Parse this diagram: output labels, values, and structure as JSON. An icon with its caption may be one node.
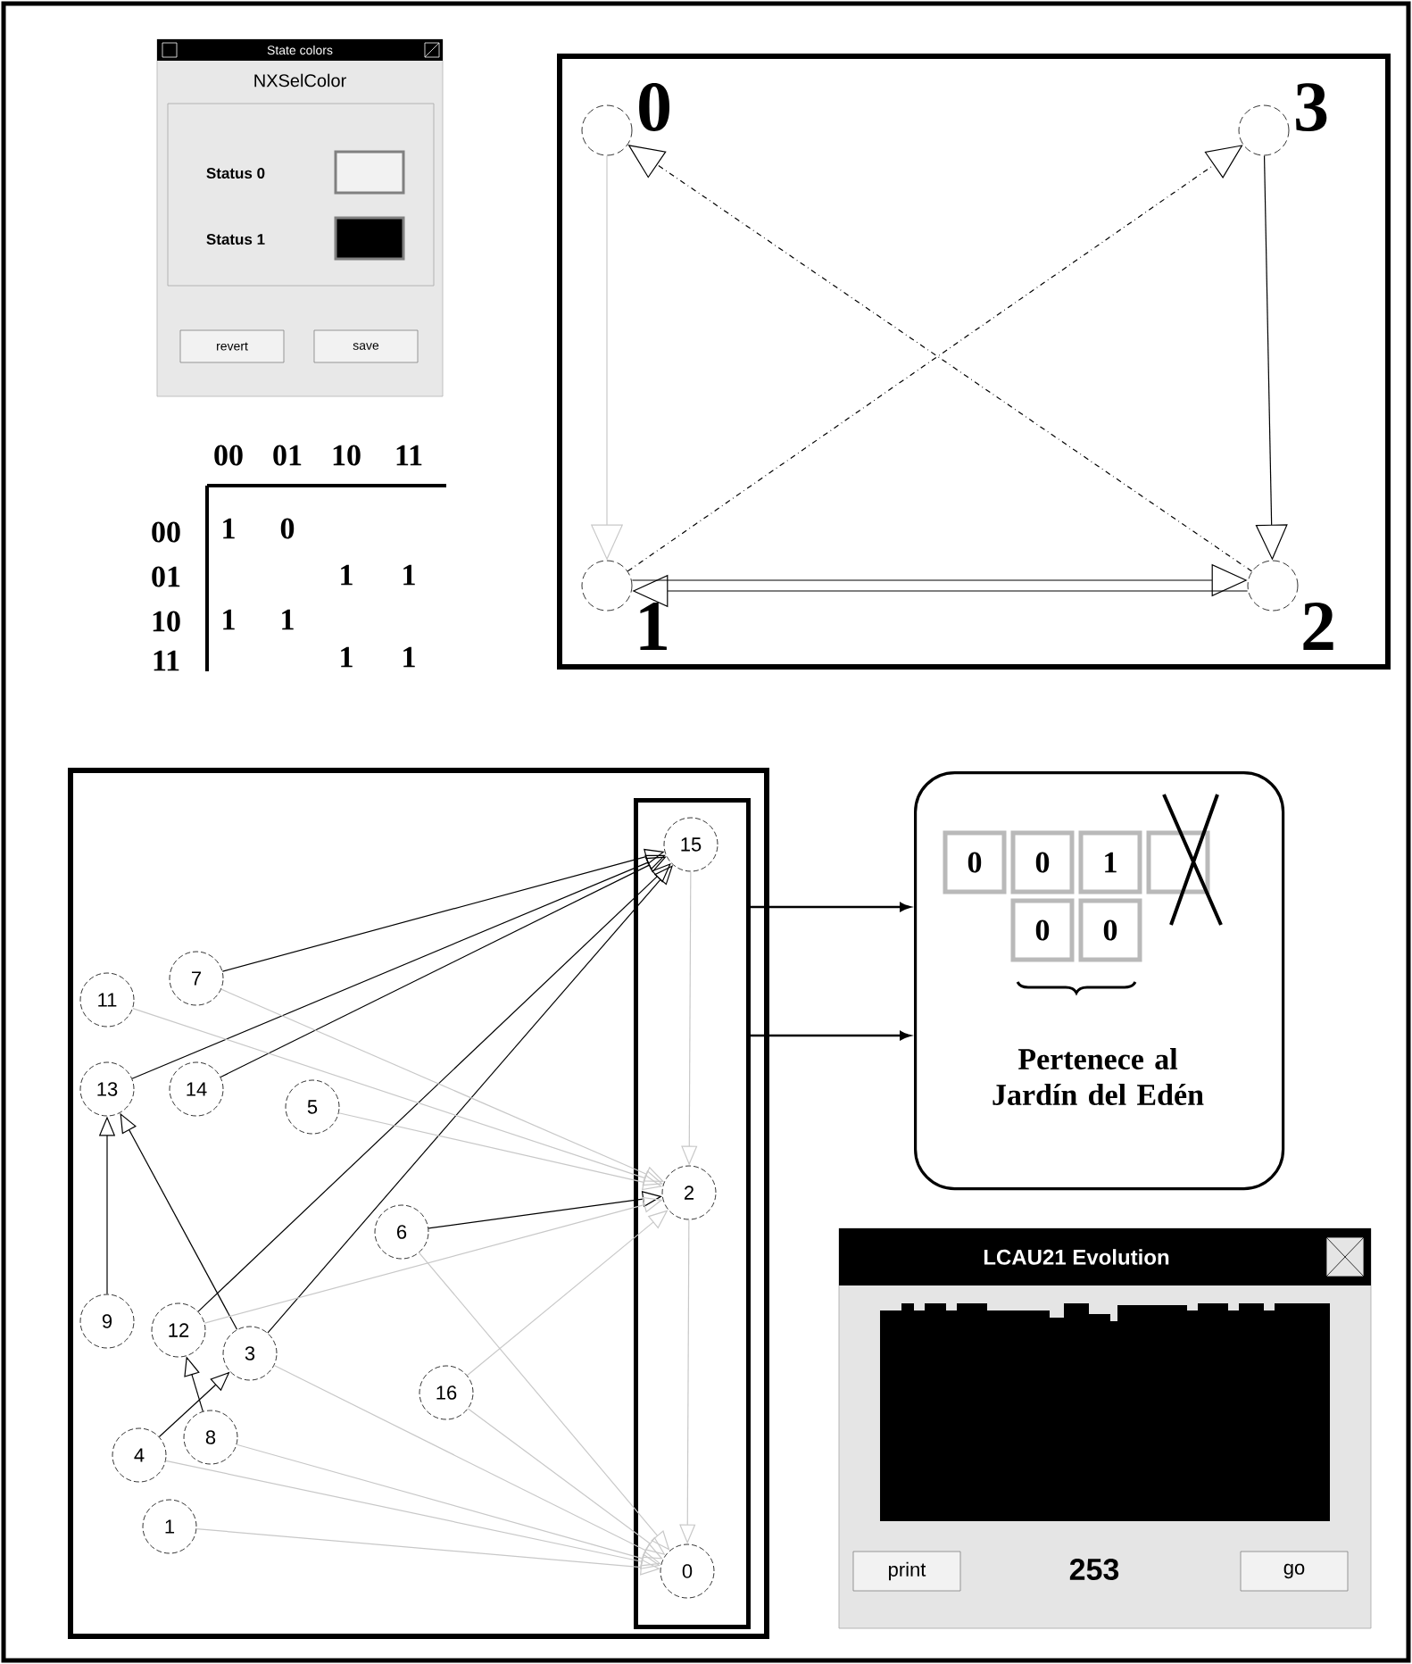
{
  "diagram": {
    "nodes": [
      {
        "text": [],
        "shape": "box"
      },
      {
        "text": [
          "0"
        ],
        "in": 0
      },
      {
        "text": [
          "3"
        ],
        "in": 0
      },
      {
        "text": [
          "1"
        ],
        "in": 0
      },
      {
        "text": [
          "2"
        ],
        "in": 0
      },
      {
        "text": [],
        "shape": "box"
      },
      {
        "text": [],
        "shape": "box",
        "in": 5
      },
      {
        "text": [
          "15"
        ],
        "in": 6
      },
      {
        "text": [
          "2"
        ],
        "in": 6
      },
      {
        "text": [
          "0"
        ],
        "in": 6
      },
      {
        "text": [
          "11"
        ],
        "in": 5
      },
      {
        "text": [
          "7"
        ],
        "in": 5
      },
      {
        "text": [
          "13"
        ],
        "in": 5
      },
      {
        "text": [
          "14"
        ],
        "in": 5
      },
      {
        "text": [
          "5"
        ],
        "in": 5
      },
      {
        "text": [
          "16"
        ],
        "in": 5
      },
      {
        "text": [
          "6"
        ],
        "in": 5
      },
      {
        "text": [
          "9"
        ],
        "in": 5
      },
      {
        "text": [
          "12"
        ],
        "in": 5
      },
      {
        "text": [
          "3"
        ],
        "in": 5
      },
      {
        "text": [
          "4"
        ],
        "in": 5
      },
      {
        "text": [
          "8"
        ],
        "in": 5
      },
      {
        "text": [
          "1"
        ],
        "in": 5
      },
      {
        "text": [
          "Pertenece al Jardín del Edén"
        ]
      },
      {
        "text": [
          "0"
        ],
        "in": 23
      },
      {
        "text": [
          "0"
        ],
        "in": 23
      },
      {
        "text": [
          "1"
        ],
        "in": 23
      },
      {
        "text": [],
        "shape": "box",
        "in": 23
      },
      {
        "text": [
          "0"
        ],
        "in": 23
      },
      {
        "text": [
          "0"
        ],
        "in": 23
      }
    ],
    "edges": [
      {
        "from": 1,
        "to": 3,
        "arrow": "to",
        "color": "#c8c8c8"
      },
      {
        "from": 3,
        "to": 2,
        "arrow": "to",
        "style": "dashed",
        "color": "#000000"
      },
      {
        "from": 4,
        "to": 1,
        "arrow": "to",
        "style": "dashed",
        "color": "#000000"
      },
      {
        "from": 2,
        "to": 4,
        "arrow": "to",
        "color": "#000000"
      },
      {
        "from": 3,
        "to": 4,
        "arrow": "to",
        "color": "#000000"
      },
      {
        "from": 4,
        "to": 3,
        "arrow": "to",
        "color": "#000000"
      },
      {
        "from": 11,
        "to": 7,
        "arrow": "to",
        "color": "#000000"
      },
      {
        "from": 12,
        "to": 7,
        "arrow": "to",
        "color": "#000000"
      },
      {
        "from": 13,
        "to": 7,
        "arrow": "to",
        "color": "#000000"
      },
      {
        "from": 18,
        "to": 7,
        "arrow": "to",
        "color": "#000000"
      },
      {
        "from": 19,
        "to": 7,
        "arrow": "to",
        "color": "#000000"
      },
      {
        "from": 16,
        "to": 8,
        "arrow": "to",
        "color": "#000000"
      },
      {
        "from": 17,
        "to": 12,
        "arrow": "to",
        "color": "#000000"
      },
      {
        "from": 19,
        "to": 12,
        "arrow": "to",
        "color": "#000000"
      },
      {
        "from": 20,
        "to": 19,
        "arrow": "to",
        "color": "#000000"
      },
      {
        "from": 21,
        "to": 18,
        "arrow": "to",
        "color": "#000000"
      },
      {
        "from": 7,
        "to": 8,
        "arrow": "to",
        "color": "#c8c8c8"
      },
      {
        "from": 8,
        "to": 9,
        "arrow": "to",
        "color": "#c8c8c8"
      },
      {
        "from": 10,
        "to": 8,
        "arrow": "to",
        "color": "#c8c8c8"
      },
      {
        "from": 11,
        "to": 8,
        "arrow": "to",
        "color": "#c8c8c8"
      },
      {
        "from": 14,
        "to": 8,
        "arrow": "to",
        "color": "#c8c8c8"
      },
      {
        "from": 15,
        "to": 8,
        "arrow": "to",
        "color": "#c8c8c8"
      },
      {
        "from": 18,
        "to": 8,
        "arrow": "to",
        "color": "#c8c8c8"
      },
      {
        "from": 15,
        "to": 9,
        "arrow": "to",
        "color": "#c8c8c8"
      },
      {
        "from": 16,
        "to": 9,
        "arrow": "to",
        "color": "#c8c8c8"
      },
      {
        "from": 19,
        "to": 9,
        "arrow": "to",
        "color": "#c8c8c8"
      },
      {
        "from": 20,
        "to": 9,
        "arrow": "to",
        "color": "#c8c8c8"
      },
      {
        "from": 21,
        "to": 9,
        "arrow": "to",
        "color": "#c8c8c8"
      },
      {
        "from": 22,
        "to": 9,
        "arrow": "to",
        "color": "#c8c8c8"
      },
      {
        "from": 6,
        "to": 23,
        "arrow": "to",
        "color": "#000000"
      },
      {
        "from": 6,
        "to": 23,
        "arrow": "to",
        "color": "#000000"
      }
    ],
    "labels": [
      "State colors",
      "NXSelColor",
      "Status 0",
      "Status 1",
      "revert",
      "save",
      "00",
      "01",
      "10",
      "11",
      "00",
      "1",
      "0",
      "01",
      "1",
      "1",
      "10",
      "1",
      "1",
      "11",
      "1",
      "1",
      "LCAU21 Evolution",
      "print",
      "253",
      "go"
    ]
  }
}
